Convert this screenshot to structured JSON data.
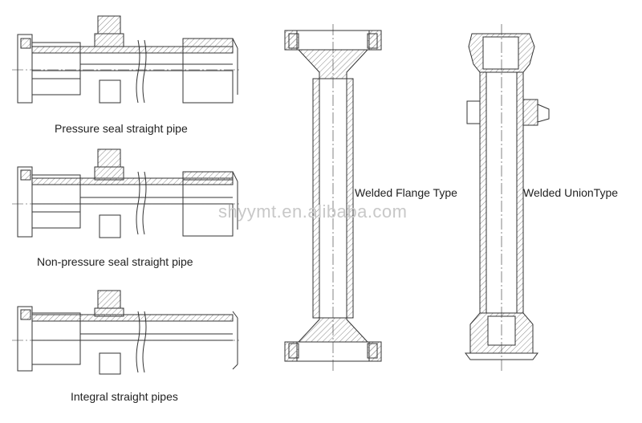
{
  "labels": {
    "pressure_seal": "Pressure seal straight pipe",
    "non_pressure_seal": "Non-pressure seal straight pipe",
    "integral": "Integral straight pipes",
    "welded_flange": "Welded Flange Type",
    "welded_union": "Welded UnionType"
  },
  "watermark": "shyymt.en.alibaba.com",
  "colors": {
    "line": "#333333",
    "hatch": "#888888"
  }
}
